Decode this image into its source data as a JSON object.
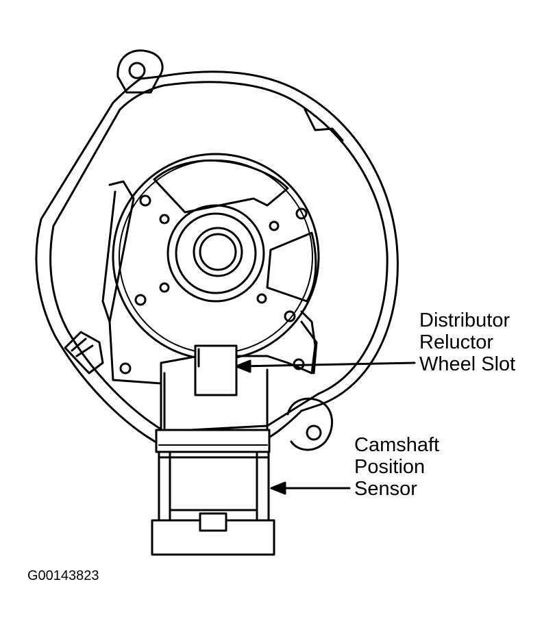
{
  "labels": {
    "reluctor": [
      "Distributor",
      "Reluctor",
      "Wheel Slot"
    ],
    "sensor": [
      "Camshaft",
      "Position",
      "Sensor"
    ]
  },
  "figure_id": "G00143823",
  "colors": {
    "ink": "#000000",
    "paper": "#ffffff"
  }
}
